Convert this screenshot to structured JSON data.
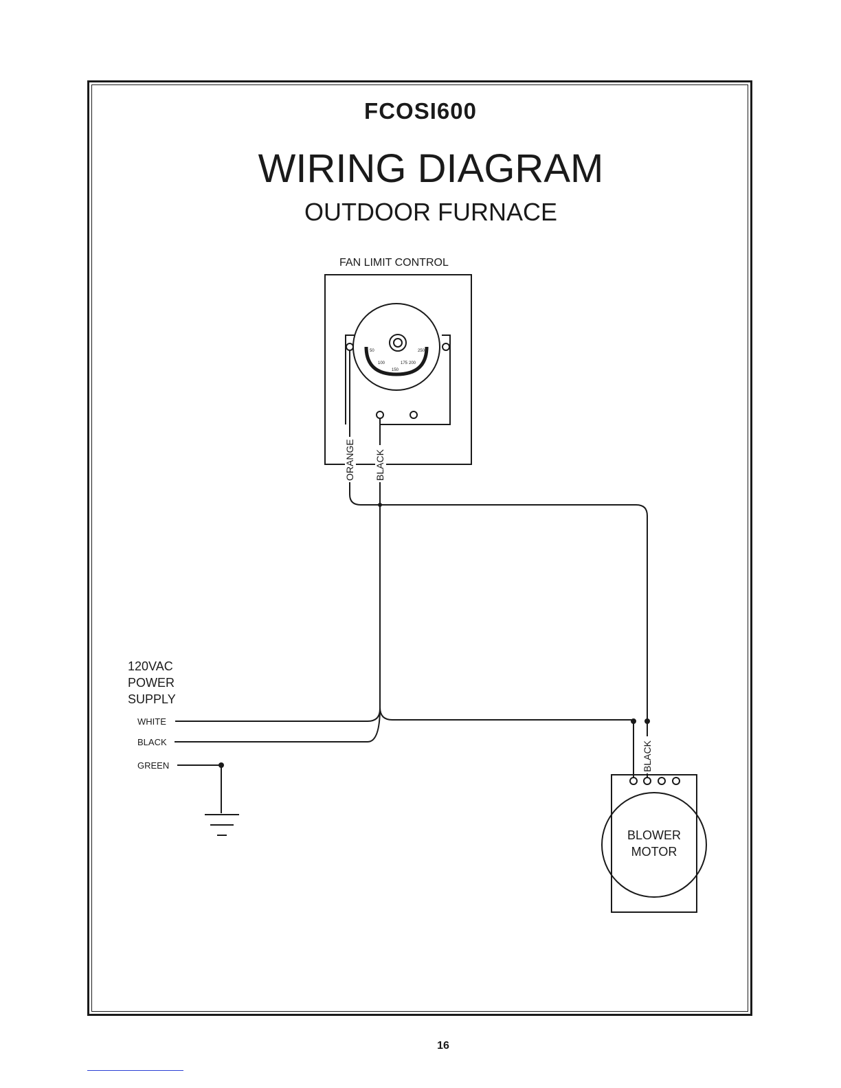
{
  "header": {
    "model": "FCOSI600",
    "title": "WIRING DIAGRAM",
    "subtitle": "OUTDOOR FURNACE"
  },
  "fan_limit_control": {
    "label": "FAN LIMIT CONTROL",
    "dial_marks": [
      "50",
      "100",
      "150",
      "175",
      "200",
      "250"
    ]
  },
  "wires": {
    "orange": "ORANGE",
    "black_upper": "BLACK",
    "black_motor": "BLACK"
  },
  "power_supply": {
    "line1": "120VAC",
    "line2": "POWER",
    "line3": "SUPPLY",
    "white": "WHITE",
    "black": "BLACK",
    "green": "GREEN"
  },
  "blower_motor": {
    "line1": "BLOWER",
    "line2": "MOTOR"
  },
  "footer": {
    "page_number": "16"
  }
}
